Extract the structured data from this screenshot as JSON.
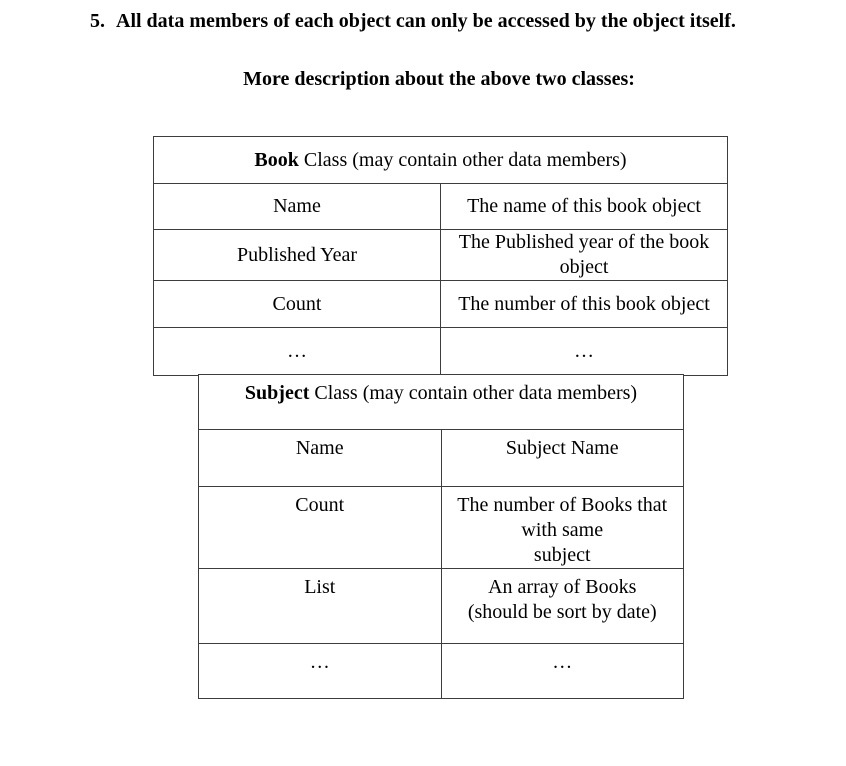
{
  "page": {
    "item": {
      "number": "5.",
      "text": "All data members of each object can only be accessed by the object itself."
    },
    "subtitle": "More description about the above two classes:"
  },
  "book_table": {
    "title_bold": "Book",
    "title_rest": " Class (may contain other data members)",
    "rows": [
      {
        "field": "Name",
        "description": "The name of this book object"
      },
      {
        "field": "Published Year",
        "description": "The Published year of the book object"
      },
      {
        "field": "Count",
        "description": "The number of this book object"
      },
      {
        "field": "…",
        "description": "…"
      }
    ]
  },
  "subject_table": {
    "title_bold": "Subject",
    "title_rest": " Class (may contain other data members)",
    "rows": [
      {
        "field": "Name",
        "description": "Subject Name"
      },
      {
        "field": "Count",
        "description": "The number of Books that with same\nsubject"
      },
      {
        "field": "List",
        "description": "An array of Books\n(should be sort by date)"
      },
      {
        "field": "…",
        "description": "…"
      }
    ]
  }
}
